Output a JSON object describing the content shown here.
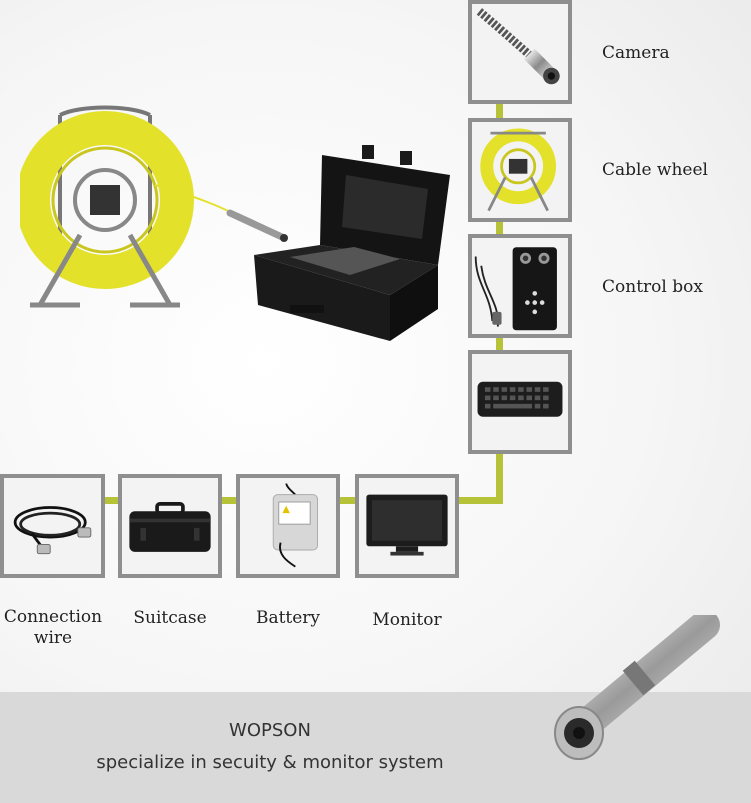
{
  "components": {
    "camera": {
      "label": "Camera",
      "icon": "camera-head-icon"
    },
    "cable_wheel": {
      "label": "Cable wheel",
      "icon": "cable-reel-icon"
    },
    "control_box": {
      "label": "Control box",
      "icon": "control-box-icon"
    },
    "keyboard": {
      "icon": "keyboard-icon"
    },
    "monitor": {
      "label": "Monitor",
      "icon": "monitor-icon"
    },
    "battery": {
      "label": "Battery",
      "icon": "battery-pack-icon"
    },
    "suitcase": {
      "label": "Suitcase",
      "icon": "suitcase-icon"
    },
    "connection_wire": {
      "label_line1": "Connection",
      "label_line2": "wire",
      "icon": "cable-coil-icon"
    }
  },
  "footer": {
    "brand": "WOPSON",
    "tagline": "specialize in secuity & monitor system"
  },
  "colors": {
    "connector": "#b6c339",
    "frame_border": "#8f8f8f",
    "banner": "#d9d9d9",
    "cable_yellow": "#e3e12a"
  }
}
